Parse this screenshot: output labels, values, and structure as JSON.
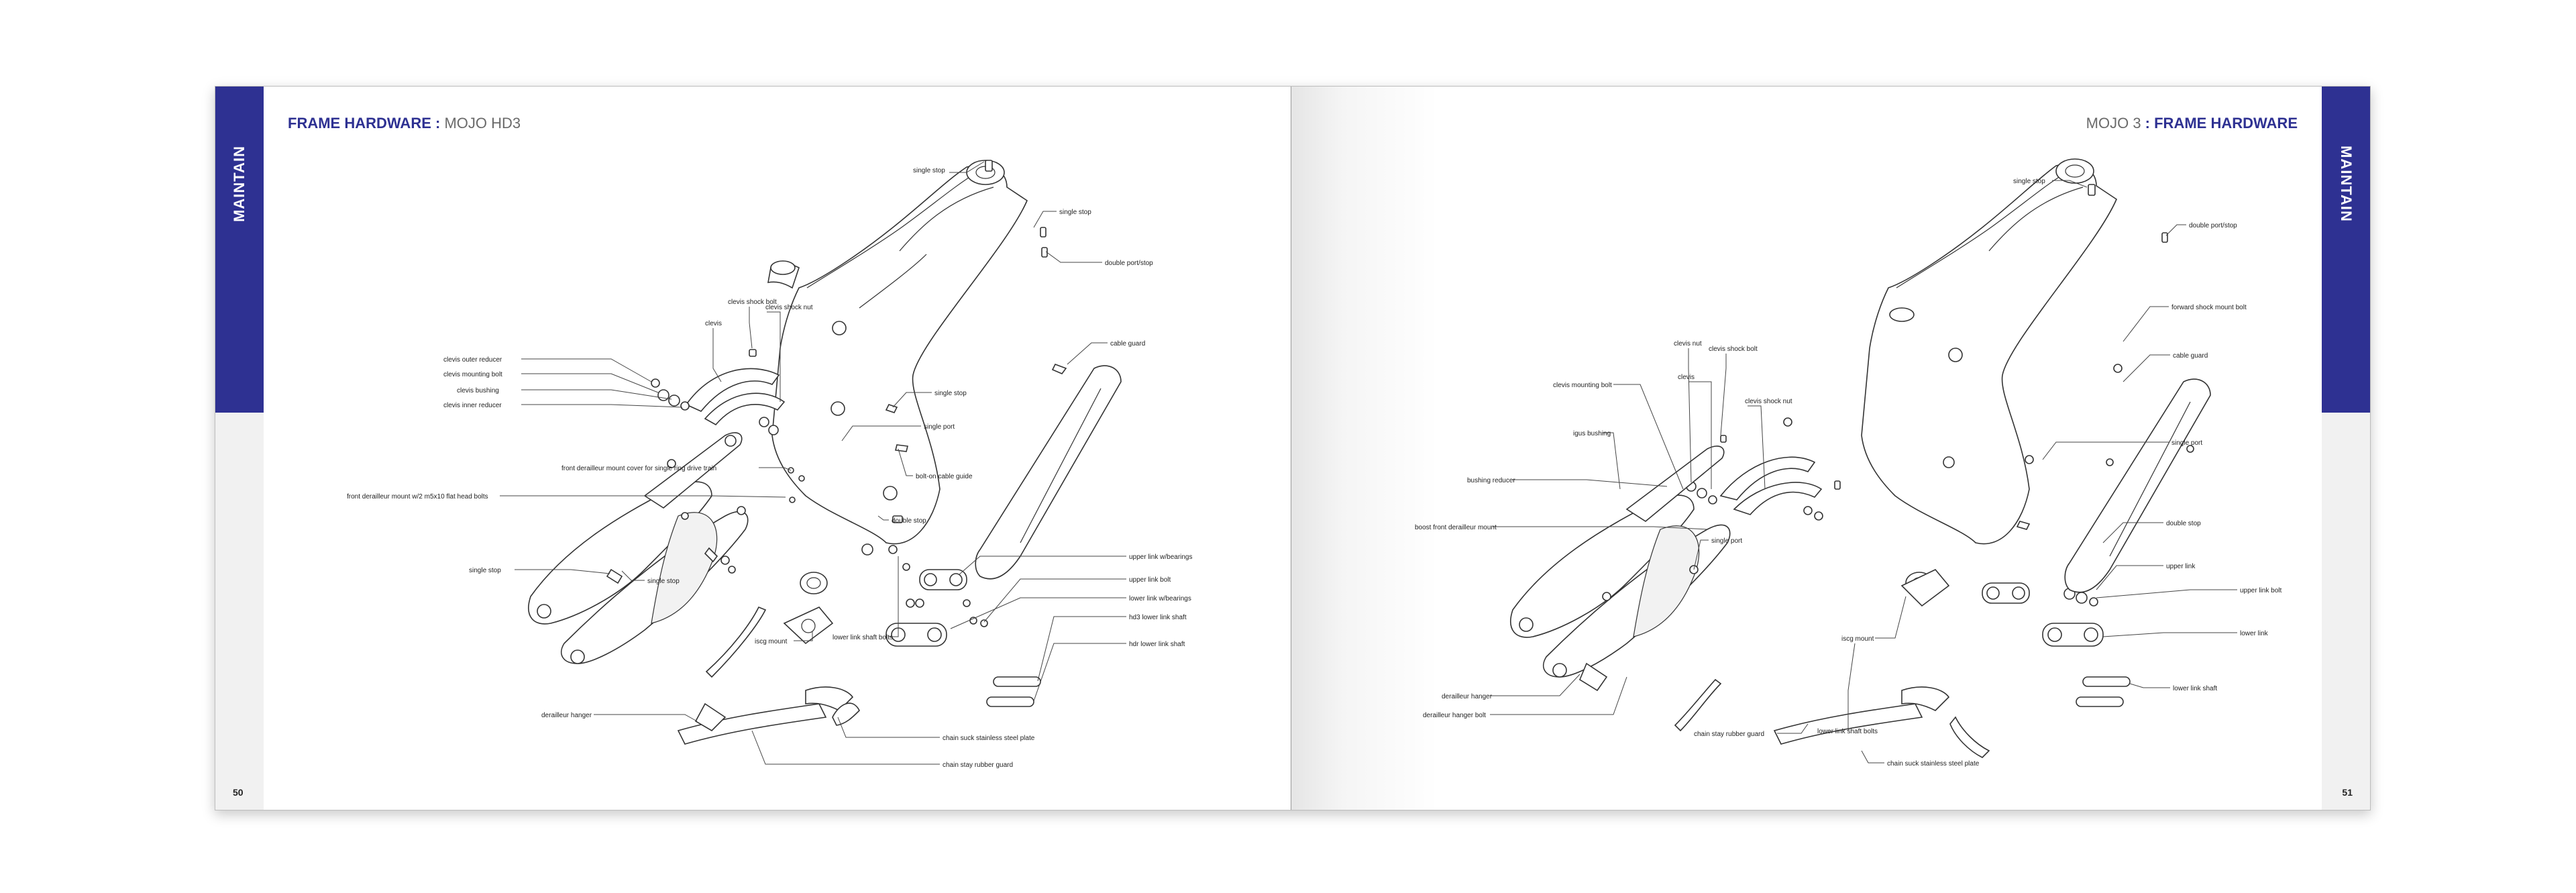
{
  "left_page": {
    "tab_label": "MAINTAIN",
    "title_strong": "FRAME HARDWARE :",
    "title_light": " MOJO HD3",
    "page_number": "50",
    "labels": {
      "single_stop_top": "single stop",
      "single_stop_top2": "single stop",
      "double_port_stop": "double port/stop",
      "clevis_shock_bolt": "clevis shock bolt",
      "clevis_shock_nut": "clevis shock nut",
      "clevis": "clevis",
      "cable_guard": "cable guard",
      "clevis_outer_reducer": "clevis outer reducer",
      "clevis_mounting_bolt": "clevis mounting bolt",
      "clevis_bushing": "clevis bushing",
      "clevis_inner_reducer": "clevis inner reducer",
      "single_stop_mid": "single stop",
      "single_port": "single port",
      "front_derailleur_mount_cover": "front derailleur mount cover for single ring drive train",
      "bolt_on_cable_guide": "bolt-on cable guide",
      "front_derailleur_mount": "front derailleur mount w/2 m5x10 flat head bolts",
      "double_stop": "double stop",
      "single_stop_left": "single stop",
      "single_stop_left2": "single stop",
      "upper_link_bearings": "upper link w/bearings",
      "upper_link_bolt": "upper link bolt",
      "iscg_mount": "iscg mount",
      "lower_link_bearings": "lower link w/bearings",
      "hd3_lower_link_shaft": "hd3 lower link shaft",
      "lower_link_shaft_bolts": "lower link shaft bolts",
      "hdr_lower_link_shaft": "hdr lower link shaft",
      "derailleur_hanger": "derailleur hanger",
      "chain_suck_plate": "chain suck stainless steel plate",
      "chain_stay_guard": "chain stay rubber guard"
    }
  },
  "right_page": {
    "tab_label": "MAINTAIN",
    "title_light": "MOJO 3",
    "title_strong": " : FRAME HARDWARE",
    "page_number": "51",
    "labels": {
      "single_stop_top": "single stop",
      "double_port_stop": "double port/stop",
      "forward_shock_mount_bolt": "forward shock mount bolt",
      "clevis_nut": "clevis nut",
      "clevis_shock_bolt": "clevis shock bolt",
      "clevis": "clevis",
      "clevis_mounting_bolt": "clevis mounting bolt",
      "clevis_shock_nut": "clevis shock nut",
      "cable_guard": "cable guard",
      "igus_bushing": "igus bushing",
      "single_port": "single port",
      "bushing_reducer": "bushing reducer",
      "boost_front_derailleur_mount": "boost front derailleur mount",
      "double_stop": "double stop",
      "single_port2": "single port",
      "upper_link": "upper link",
      "upper_link_bolt": "upper link bolt",
      "iscg_mount": "iscg mount",
      "lower_link": "lower link",
      "derailleur_hanger": "derailleur hanger",
      "lower_link_shaft": "lower link shaft",
      "derailleur_hanger_bolt": "derailleur hanger bolt",
      "lower_link_shaft_bolts": "lower link shaft bolts",
      "chain_stay_guard": "chain stay rubber guard",
      "chain_suck_plate": "chain suck stainless steel plate"
    }
  }
}
